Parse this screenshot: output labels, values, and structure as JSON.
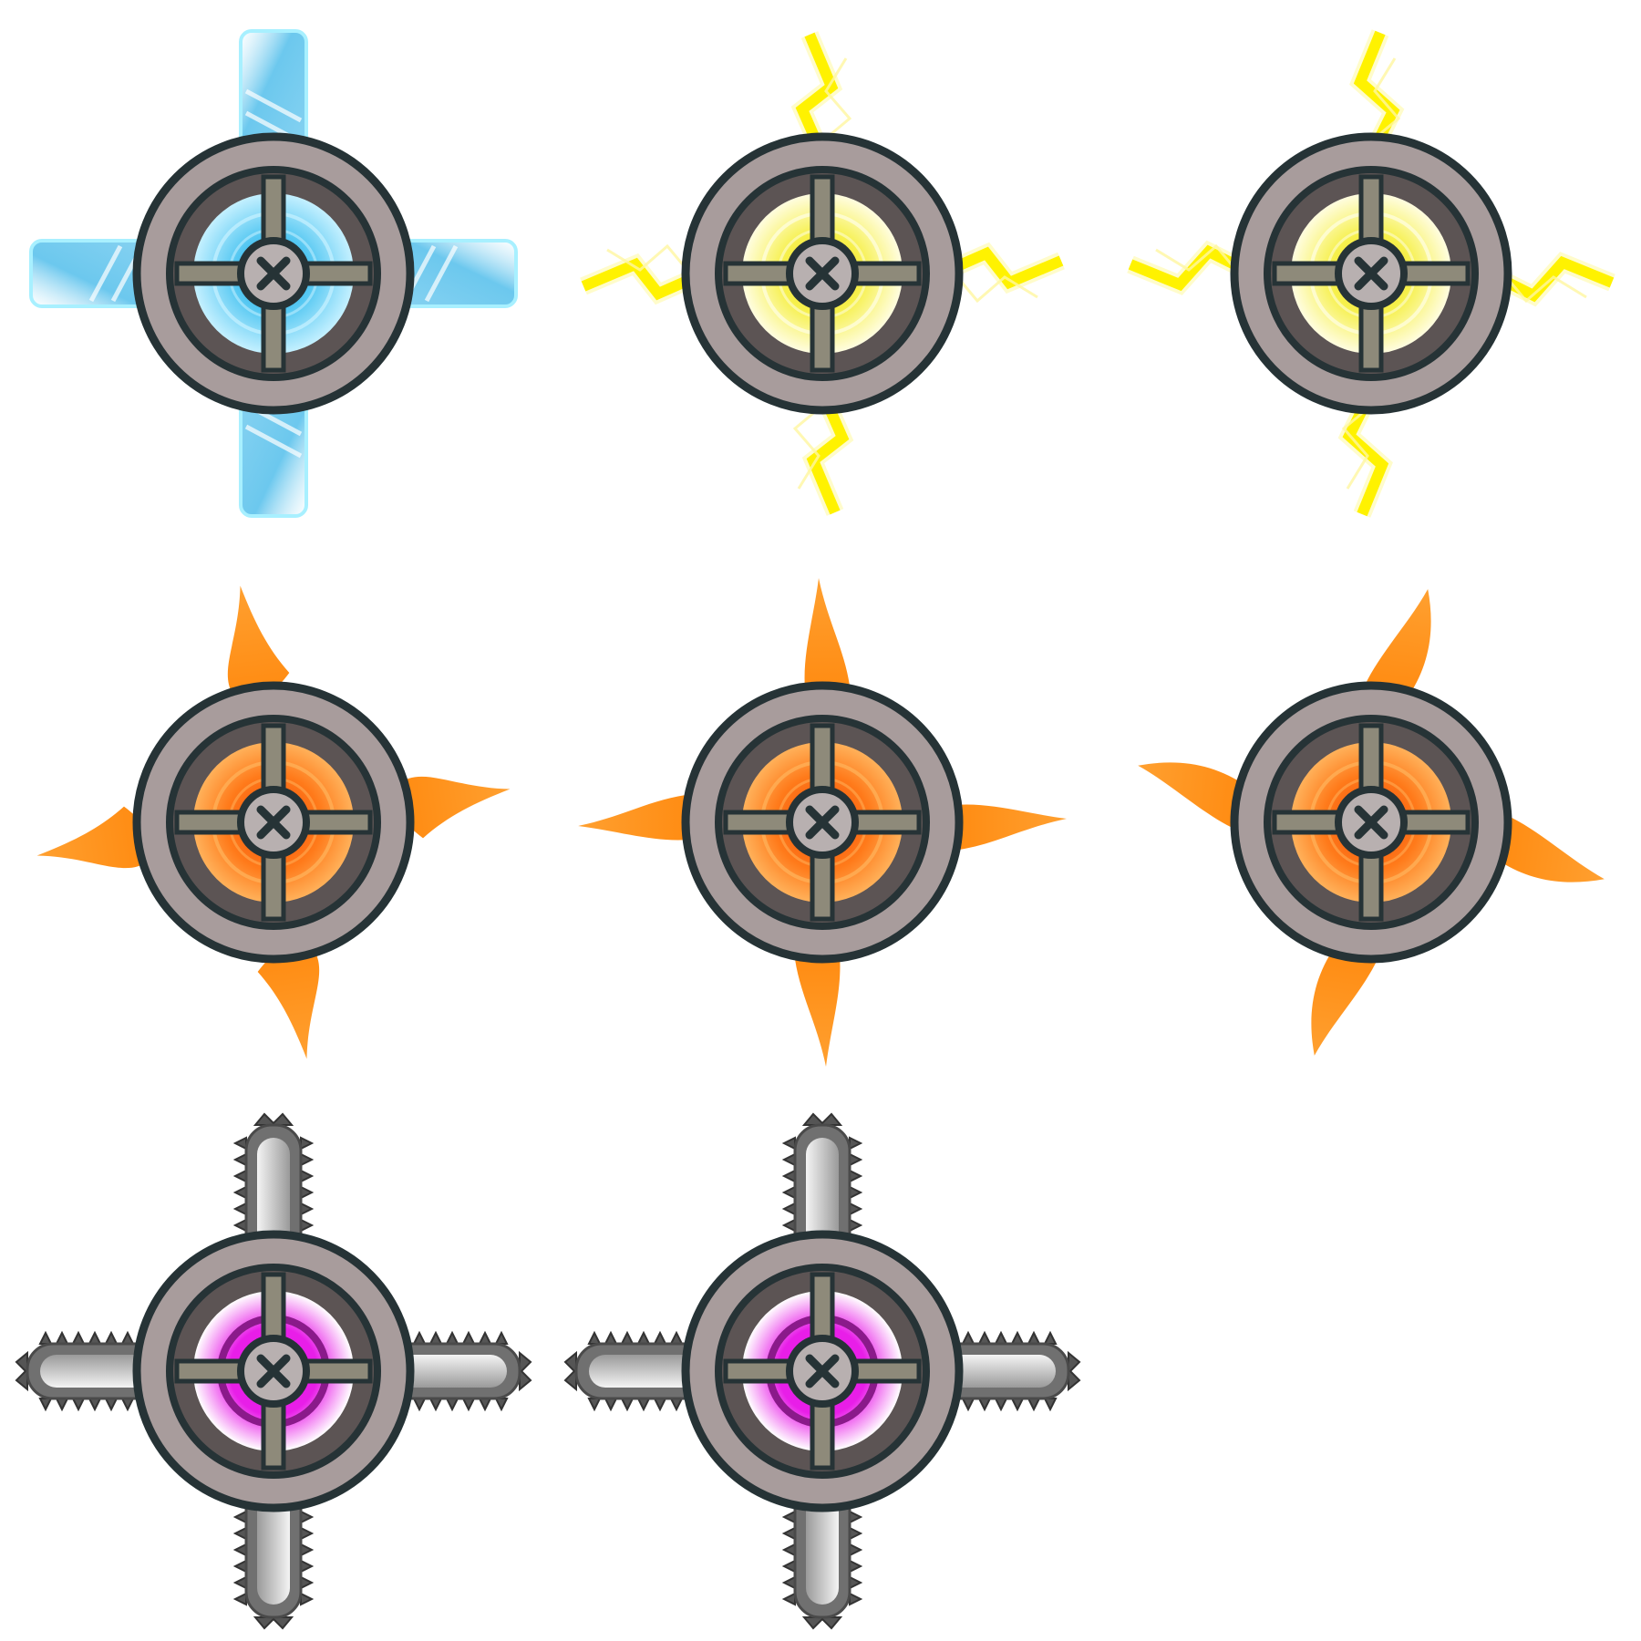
{
  "sprite_sheet": {
    "columns": 3,
    "rows": 3,
    "sprites": [
      {
        "name": "ice-blade-turret",
        "element": "ice",
        "variant": 1,
        "core": "#56c8f2",
        "core_light": "#c4f0ff",
        "core_dark": "#1b9fd8",
        "attachment": "ice-blade",
        "attach_color": "#6cc8ee"
      },
      {
        "name": "lightning-turret-1",
        "element": "lightning",
        "variant": 1,
        "core": "#f6f04a",
        "core_light": "#fffde0",
        "core_dark": "#f2d23a",
        "attachment": "lightning-bolt",
        "attach_color": "#fff200"
      },
      {
        "name": "lightning-turret-2",
        "element": "lightning",
        "variant": 2,
        "core": "#f6f04a",
        "core_light": "#fffde0",
        "core_dark": "#f2d23a",
        "attachment": "lightning-bolt",
        "attach_color": "#fff200"
      },
      {
        "name": "fire-turret-1",
        "element": "fire",
        "variant": 1,
        "core": "#ff7a1a",
        "core_light": "#ffb15a",
        "core_dark": "#f04a0a",
        "attachment": "flame",
        "attach_color": "#ff9a1e"
      },
      {
        "name": "fire-turret-2",
        "element": "fire",
        "variant": 2,
        "core": "#ff7a1a",
        "core_light": "#ffb15a",
        "core_dark": "#f04a0a",
        "attachment": "flame",
        "attach_color": "#ff9a1e"
      },
      {
        "name": "fire-turret-3",
        "element": "fire",
        "variant": 3,
        "core": "#ff7a1a",
        "core_light": "#ffb15a",
        "core_dark": "#f04a0a",
        "attachment": "flame",
        "attach_color": "#ff9a1e"
      },
      {
        "name": "chainsaw-turret-1",
        "element": "saw",
        "variant": 1,
        "core": "#e81ee8",
        "core_light": "#ffffff",
        "core_dark": "#8a1a8a",
        "attachment": "chainsaw-bar",
        "attach_color": "#b4b4b4"
      },
      {
        "name": "chainsaw-turret-2",
        "element": "saw",
        "variant": 2,
        "core": "#e81ee8",
        "core_light": "#ffffff",
        "core_dark": "#8a1a8a",
        "attachment": "chainsaw-bar",
        "attach_color": "#b4b4b4"
      }
    ]
  },
  "colors": {
    "outline": "#263336",
    "outer_ring": "#a89c9c",
    "inner_ring": "#5c5454",
    "cross_bar": "#8e8a7a",
    "hub": "#b8b0b0"
  }
}
